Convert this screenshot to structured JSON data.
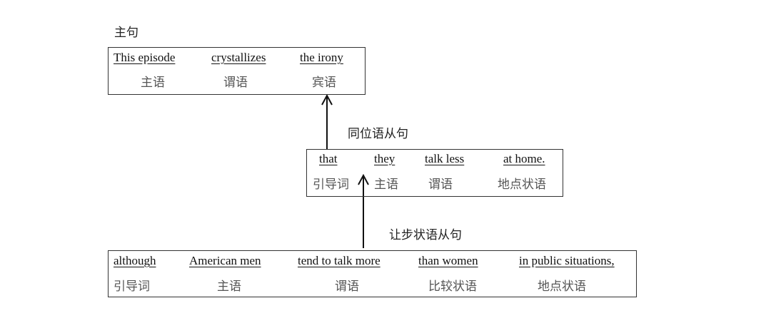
{
  "main_clause": {
    "label": "主句",
    "words": [
      "This episode",
      "crystallizes",
      "the irony"
    ],
    "roles": [
      "主语",
      "谓语",
      "宾语"
    ]
  },
  "appositive_clause": {
    "label": "同位语从句",
    "words": [
      "that",
      "they",
      "talk less",
      "at home."
    ],
    "roles": [
      "引导词",
      "主语",
      "谓语",
      "地点状语"
    ]
  },
  "concessive_clause": {
    "label": "让步状语从句",
    "words": [
      "although",
      "American men",
      "tend to talk more",
      "than women",
      "in public situations,"
    ],
    "roles": [
      "引导词",
      "主语",
      "谓语",
      "比较状语",
      "地点状语"
    ]
  }
}
